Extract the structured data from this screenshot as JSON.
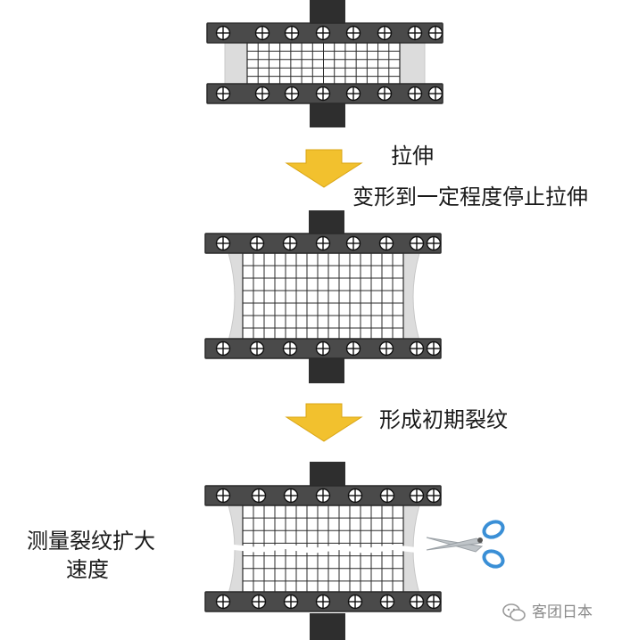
{
  "steps": [
    {
      "label": "拉伸"
    },
    {
      "label": "变形到一定程度停止拉伸"
    },
    {
      "label": "形成初期裂纹"
    }
  ],
  "measure": {
    "line1": "测量裂纹扩大",
    "line2": "速度"
  },
  "watermark": {
    "text": "客团日本",
    "icon": "wechat-logo-icon"
  },
  "colors": {
    "clamp": "#4a4a4a",
    "block": "#2e2e2e",
    "specimen": "#dcdcdc",
    "grid_line": "#2a2a2a",
    "arrow": "#f2c12e",
    "scissors_blade": "#bfc4c8",
    "scissors_handle": "#3a8fd6"
  }
}
